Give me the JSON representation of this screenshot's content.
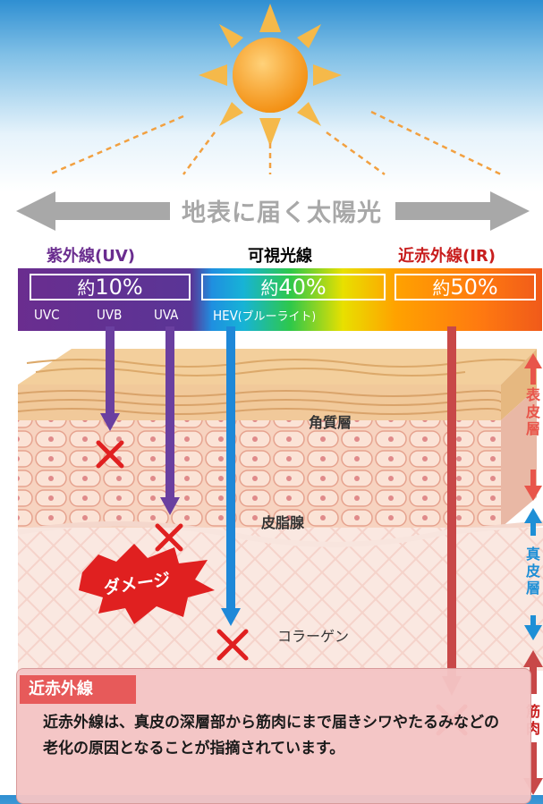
{
  "header": {
    "top_caption": "地表に届く太陽光"
  },
  "bands": [
    {
      "label": "紫外線(UV)",
      "color": "#6a2d8f",
      "percent_prefix": "約",
      "percent_num": "10",
      "percent_unit": "%",
      "percent": 10
    },
    {
      "label": "可視光線",
      "color": "#000000",
      "percent_prefix": "約",
      "percent_num": "40",
      "percent_unit": "%",
      "percent": 40
    },
    {
      "label": "近赤外線(IR)",
      "color": "#c81e1e",
      "percent_prefix": "約",
      "percent_num": "50",
      "percent_unit": "%",
      "percent": 50
    }
  ],
  "sub_labels": {
    "uvc": "UVC",
    "uvb": "UVB",
    "uva": "UVA",
    "hev": "HEV",
    "hev_note": "(ブルーライト)"
  },
  "layers": {
    "stratum_corneum": "角質層",
    "sebaceous_gland": "皮脂腺",
    "collagen": "コラーゲン"
  },
  "damage_label": "ダメージ",
  "side_labels": {
    "epidermis": [
      "表",
      "皮",
      "層"
    ],
    "dermis": [
      "真",
      "皮",
      "層"
    ],
    "muscle": [
      "筋",
      "肉"
    ]
  },
  "note": {
    "tag": "近赤外線",
    "body": "近赤外線は、真皮の深層部から筋肉にまで届きシワやたるみなどの老化の原因となることが指摘されています。"
  },
  "colors": {
    "uv": "#6a2d8f",
    "hev": "#1e88d8",
    "ir": "#c84848",
    "cross": "#e02020",
    "arrow_grey": "#a8a8a8"
  }
}
